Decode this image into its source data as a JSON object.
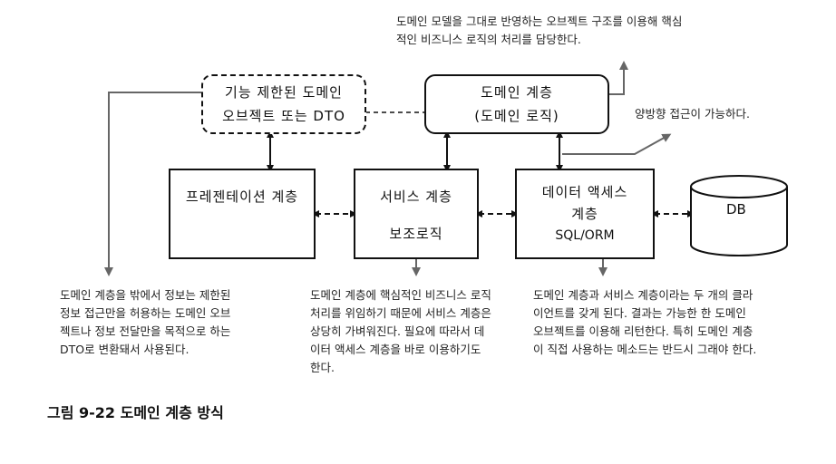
{
  "top_note": {
    "line1": "도메인 모델을 그대로 반영하는 오브젝트 구조를 이용해 핵심",
    "line2": "적인 비즈니스 로직의 처리를 담당한다."
  },
  "dto_box": {
    "line1": "기능 제한된 도메인",
    "line2": "오브젝트 또는 DTO"
  },
  "domain_box": {
    "line1": "도메인 계층",
    "line2": "(도메인 로직)"
  },
  "bidirectional_note": "양방향 접근이 가능하다.",
  "presentation_box": {
    "label": "프레젠테이션 계층"
  },
  "service_box": {
    "line1": "서비스 계층",
    "line2": "보조로직"
  },
  "data_access_box": {
    "line1": "데이터 액세스",
    "line2": "계층",
    "line3": "SQL/ORM"
  },
  "db": {
    "label": "DB"
  },
  "notes": {
    "left": [
      "도메인 계층을 밖에서 정보는 제한된",
      "정보 접근만을 허용하는 도메인 오브",
      "젝트나 정보 전달만을 목적으로 하는",
      "DTO로 변환돼서 사용된다."
    ],
    "middle": [
      "도메인 계층에 핵심적인 비즈니스 로직",
      "처리를 위임하기 때문에 서비스 계층은",
      "상당히 가벼워진다. 필요에 따라서 데",
      "이터 액세스 계층을 바로 이용하기도",
      "한다."
    ],
    "right": [
      "도메인 계층과 서비스 계층이라는 두 개의 클라",
      "이언트를 갖게 된다. 결과는 가능한 한 도메인",
      "오브젝트를 이용해 리턴한다. 특히 도메인 계층",
      "이 직접 사용하는 메소드는 반드시 그래야 한다."
    ]
  },
  "caption": "그림 9-22 도메인 계층 방식"
}
